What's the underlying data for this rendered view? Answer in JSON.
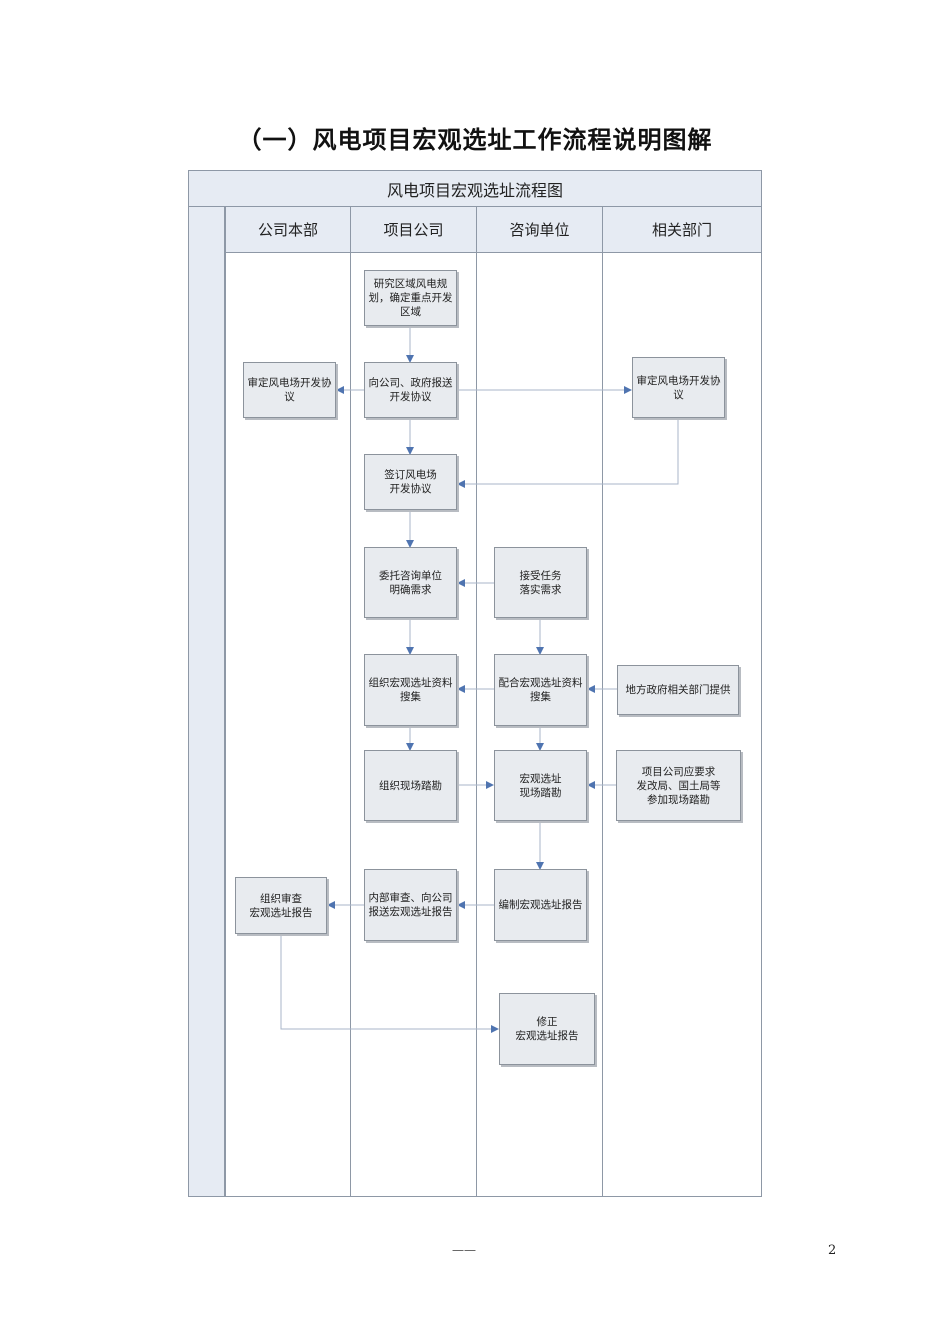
{
  "page": {
    "title": "（一）风电项目宏观选址工作流程说明图解",
    "footer_mark": "——",
    "page_number": "2"
  },
  "diagram": {
    "title": "风电项目宏观选址流程图",
    "lanes": [
      "公司本部",
      "项目公司",
      "咨询单位",
      "相关部门"
    ],
    "nodes": {
      "n1": "研究区域风电规\n划，确定重点开发\n区域",
      "n2": "向公司、政府报送\n开发协议",
      "n3": "审定风电场开发协\n议",
      "n4": "审定风电场开发协\n议",
      "n5": "签订风电场\n开发协议",
      "n6": "委托咨询单位\n明确需求",
      "n7": "接受任务\n落实需求",
      "n8": "组织宏观选址资料\n搜集",
      "n9": "配合宏观选址资料\n搜集",
      "n10": "地方政府相关部门提供",
      "n11": "组织现场踏勘",
      "n12": "宏观选址\n现场踏勘",
      "n13": "项目公司应要求\n发改局、国土局等\n参加现场踏勘",
      "n14": "组织审查\n宏观选址报告",
      "n15": "内部审查、向公司\n报送宏观选址报告",
      "n16": "编制宏观选址报告",
      "n17": "修正\n宏观选址报告"
    },
    "colors": {
      "line": "#a9b6c8",
      "arrow": "#4f74b0",
      "box_fill": "#e8ebef",
      "header_fill": "#e6ebf3"
    }
  }
}
